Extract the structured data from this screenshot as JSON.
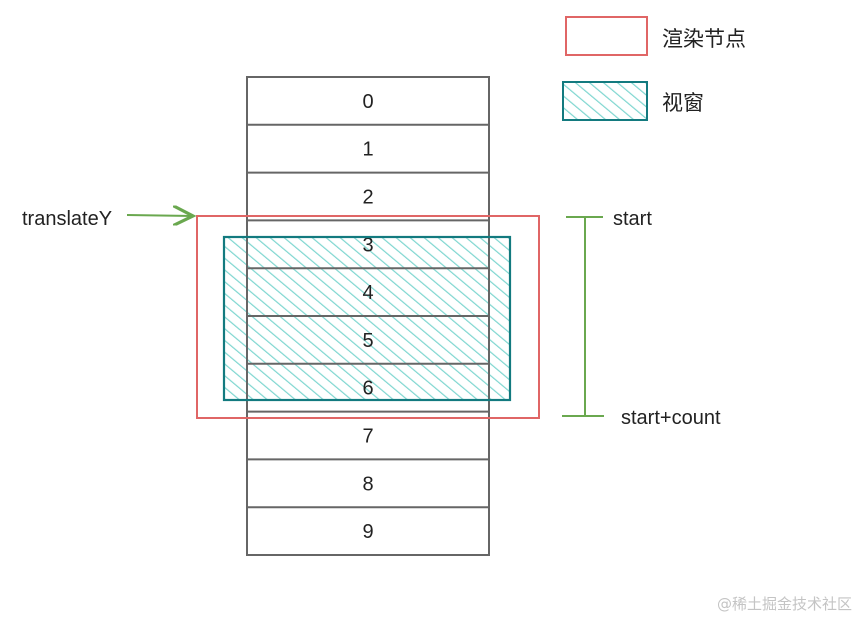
{
  "legend": {
    "render_nodes": {
      "label": "渲染节点",
      "color": "#e06666"
    },
    "viewport": {
      "label": "视窗",
      "color": "#137a7f",
      "fill": "#7ed6d0"
    }
  },
  "list": {
    "items": [
      "0",
      "1",
      "2",
      "3",
      "4",
      "5",
      "6",
      "7",
      "8",
      "9"
    ],
    "stroke": "#666666"
  },
  "labels": {
    "translate_y": "translateY",
    "start": "start",
    "end": "start+count"
  },
  "arrow_color": "#6aa84f",
  "watermark": "@稀土掘金技术社区"
}
